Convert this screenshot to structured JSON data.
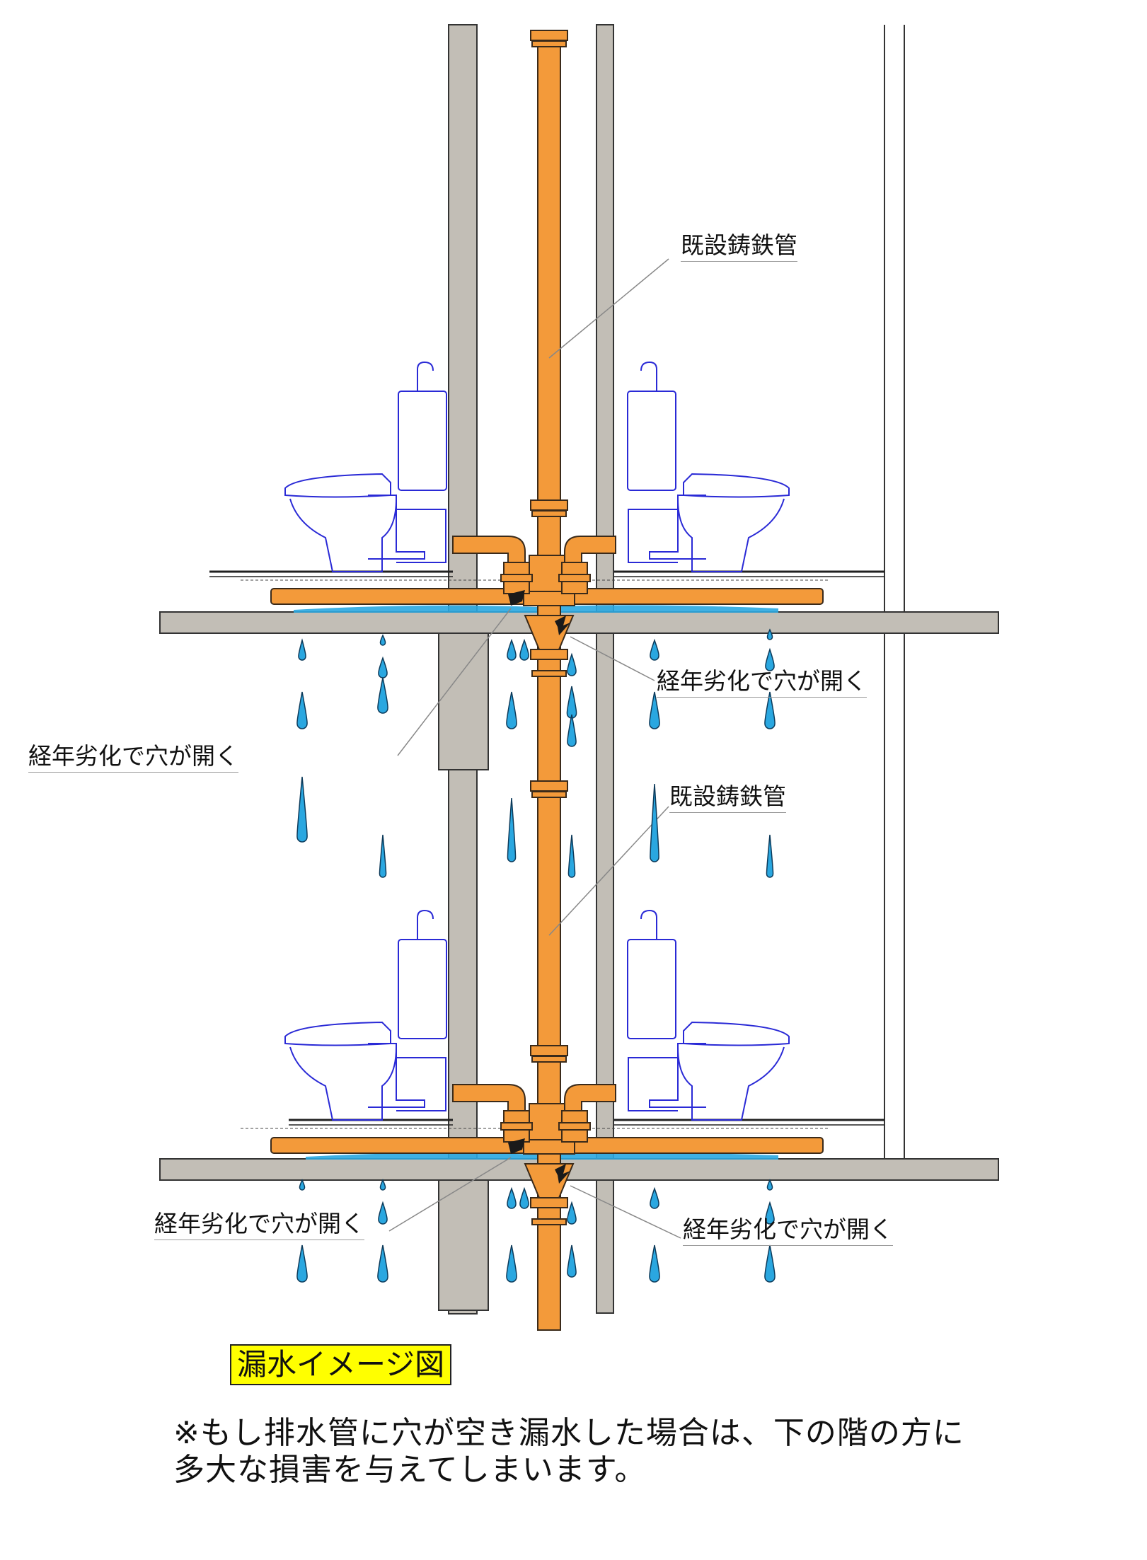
{
  "labels": {
    "existing_pipe_upper": "既設鋳鉄管",
    "existing_pipe_lower": "既設鋳鉄管",
    "hole_upper_right": "経年劣化で穴が開く",
    "hole_upper_left": "経年劣化で穴が開く",
    "hole_lower_left": "経年劣化で穴が開く",
    "hole_lower_right": "経年劣化で穴が開く"
  },
  "title": "漏水イメージ図",
  "note": {
    "line1": "※もし排水管に穴が空き漏水した場合は、下の階の方に",
    "line2": "多大な損害を与えてしまいます。"
  },
  "colors": {
    "pipe": "#f39a3a",
    "pipe_outline": "#3a2a1a",
    "concrete": "#c2beb6",
    "water": "#2aa7e0",
    "fixture": "#2a2ad6",
    "title_bg": "#ffff00"
  },
  "icons": [
    "toilet-icon",
    "water-drop-icon"
  ]
}
